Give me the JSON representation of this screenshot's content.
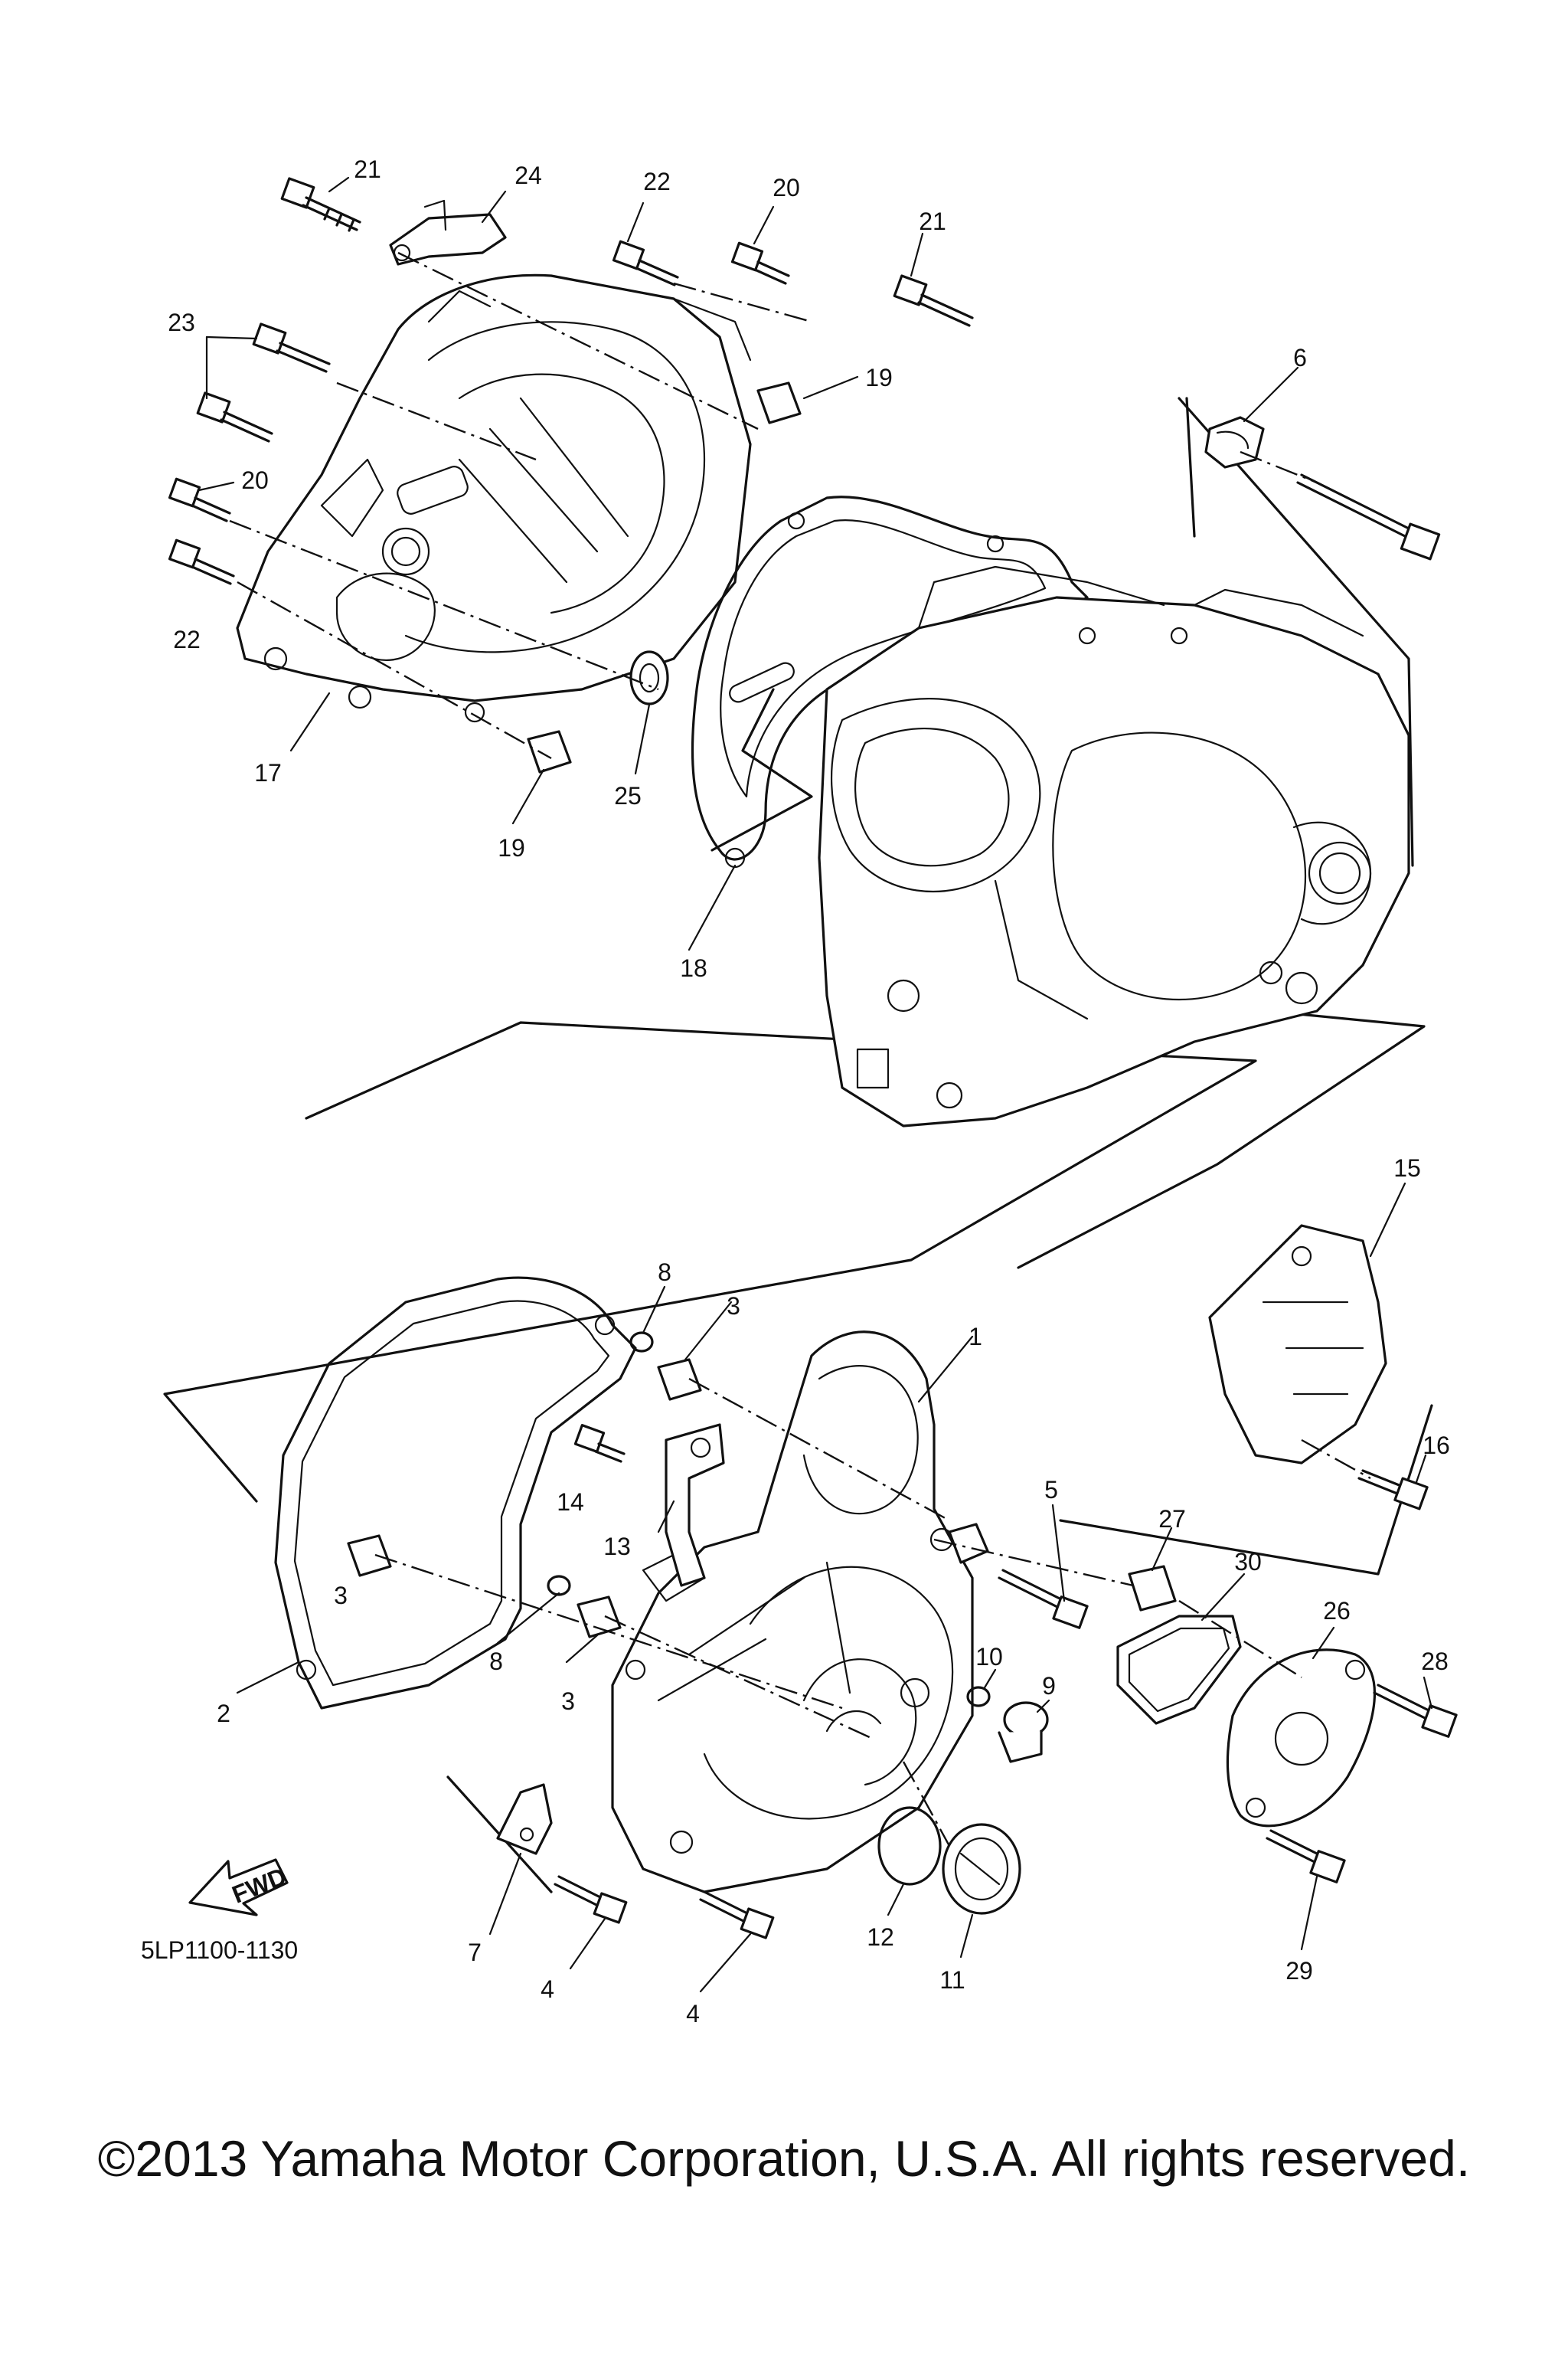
{
  "diagram": {
    "code": "5LP1100-1130",
    "fwd_label": "FWD",
    "copyright": "©2013 Yamaha Motor Corporation, U.S.A. All rights reserved."
  },
  "callouts": [
    {
      "label": "21"
    },
    {
      "label": "24"
    },
    {
      "label": "22"
    },
    {
      "label": "20"
    },
    {
      "label": "21"
    },
    {
      "label": "23"
    },
    {
      "label": "19"
    },
    {
      "label": "6"
    },
    {
      "label": "20"
    },
    {
      "label": "22"
    },
    {
      "label": "17"
    },
    {
      "label": "25"
    },
    {
      "label": "19"
    },
    {
      "label": "18"
    },
    {
      "label": "15"
    },
    {
      "label": "8"
    },
    {
      "label": "3"
    },
    {
      "label": "1"
    },
    {
      "label": "14"
    },
    {
      "label": "13"
    },
    {
      "label": "16"
    },
    {
      "label": "5"
    },
    {
      "label": "27"
    },
    {
      "label": "3"
    },
    {
      "label": "30"
    },
    {
      "label": "26"
    },
    {
      "label": "8"
    },
    {
      "label": "3"
    },
    {
      "label": "2"
    },
    {
      "label": "10"
    },
    {
      "label": "9"
    },
    {
      "label": "28"
    },
    {
      "label": "12"
    },
    {
      "label": "11"
    },
    {
      "label": "7"
    },
    {
      "label": "4"
    },
    {
      "label": "4"
    },
    {
      "label": "29"
    }
  ]
}
